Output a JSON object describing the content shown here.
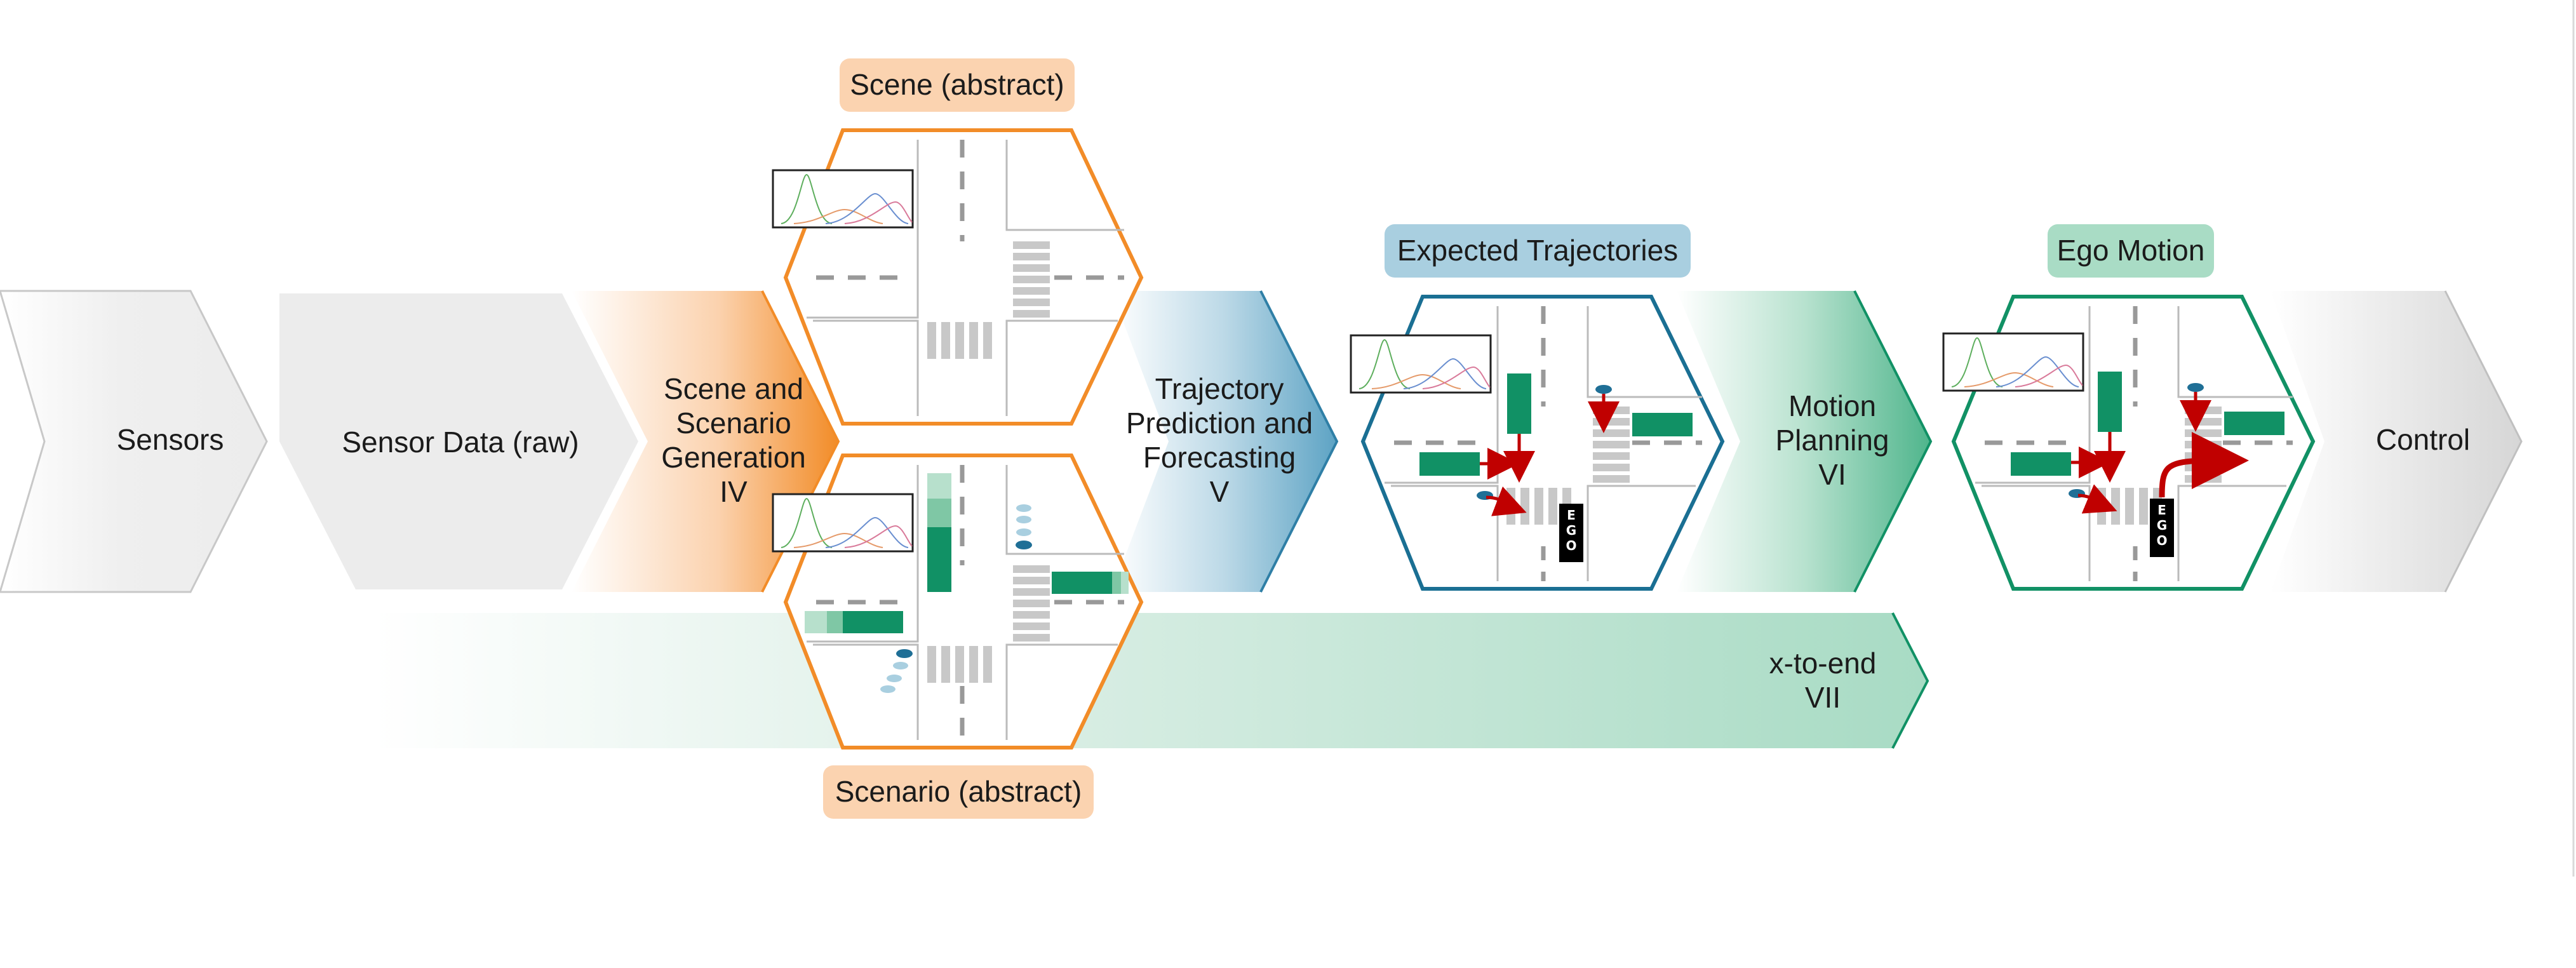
{
  "stages": {
    "sensors": "Sensors",
    "sensor_data": "Sensor Data (raw)",
    "scene_gen": [
      "Scene and",
      "Scenario",
      "Generation",
      "IV"
    ],
    "trajectory": [
      "Trajectory",
      "Prediction and",
      "Forecasting",
      "V"
    ],
    "motion": [
      "Motion",
      "Planning",
      "VI"
    ],
    "control": "Control",
    "x_to_end": [
      "x-to-end",
      "VII"
    ]
  },
  "labels": {
    "scene": "Scene (abstract)",
    "scenario": "Scenario (abstract)",
    "expected": "Expected Trajectories",
    "ego_motion": "Ego Motion"
  },
  "ego_text": [
    "E",
    "G",
    "O"
  ],
  "colors": {
    "gray_arrow": "#e6e6e6",
    "orange": "#f28c28",
    "orange_light": "#fbd3b0",
    "blue": "#2f7fa6",
    "blue_light": "#a9cfe0",
    "green": "#119165",
    "green_light": "#a9dcc5",
    "red_arrow": "#c00000"
  }
}
